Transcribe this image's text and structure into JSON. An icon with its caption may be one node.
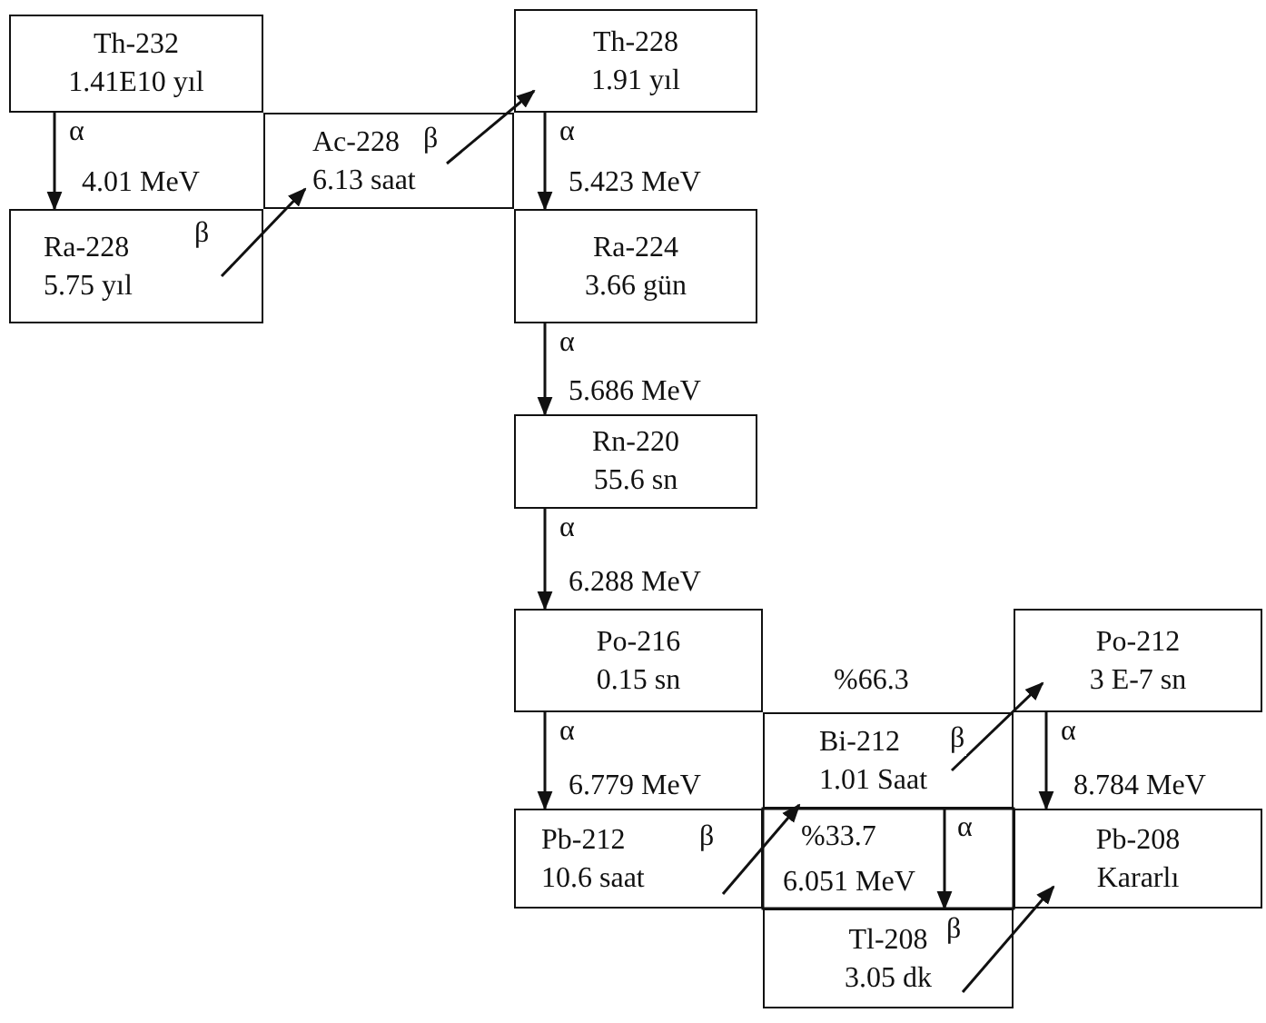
{
  "diagram": {
    "nodes": [
      {
        "text": [
          "Th-232",
          "1.41E10 yıl"
        ]
      },
      {
        "text": [
          "Th-228",
          "1.91 yıl"
        ]
      },
      {
        "text": [
          "Ac-228",
          "6.13 saat"
        ]
      },
      {
        "text": [
          "Ra-228",
          "5.75 yıl"
        ]
      },
      {
        "text": [
          "Ra-224",
          "3.66 gün"
        ]
      },
      {
        "text": [
          "Rn-220",
          "55.6 sn"
        ]
      },
      {
        "text": [
          "Po-216",
          "0.15 sn"
        ]
      },
      {
        "text": [
          "Po-212",
          "3 E-7 sn"
        ]
      },
      {
        "text": [
          "Bi-212",
          "1.01 Saat"
        ]
      },
      {
        "text": [
          "Pb-212",
          "10.6 saat"
        ]
      },
      {
        "text": [
          "Pb-208",
          "Kararlı"
        ]
      },
      {
        "text": [
          "Tl-208",
          "3.05 dk"
        ]
      }
    ],
    "edges": [
      {
        "from": 0,
        "to": 3,
        "arrow": "to",
        "label": "α"
      },
      {
        "from": 3,
        "to": 2,
        "arrow": "to",
        "label": "β"
      },
      {
        "from": 2,
        "to": 1,
        "arrow": "to",
        "label": "β"
      },
      {
        "from": 1,
        "to": 4,
        "arrow": "to",
        "label": "α"
      },
      {
        "from": 4,
        "to": 5,
        "arrow": "to",
        "label": "α"
      },
      {
        "from": 5,
        "to": 6,
        "arrow": "to",
        "label": "α"
      },
      {
        "from": 6,
        "to": 9,
        "arrow": "to",
        "label": "α"
      },
      {
        "from": 9,
        "to": 8,
        "arrow": "to",
        "label": "β"
      },
      {
        "from": 8,
        "to": 7,
        "arrow": "to",
        "label": "β"
      },
      {
        "from": 8,
        "to": 11,
        "arrow": "to",
        "label": "α"
      },
      {
        "from": 7,
        "to": 10,
        "arrow": "to",
        "label": "α"
      },
      {
        "from": 11,
        "to": 10,
        "arrow": "to",
        "label": "β"
      }
    ],
    "labels": [
      "4.01 MeV",
      "5.423 MeV",
      "5.686 MeV",
      "6.288 MeV",
      "%66.3",
      "6.779 MeV",
      "8.784 MeV",
      "%33.7",
      "6.051 MeV"
    ]
  }
}
